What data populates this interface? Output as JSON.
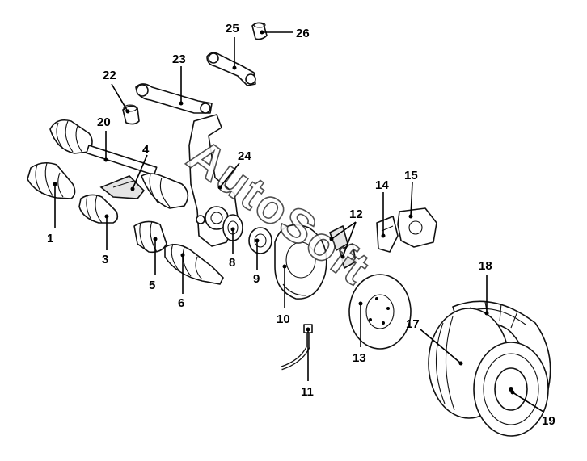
{
  "watermark": "AutoSoft",
  "callouts": [
    {
      "id": "c1",
      "label": "1"
    },
    {
      "id": "c3",
      "label": "3"
    },
    {
      "id": "c4",
      "label": "4"
    },
    {
      "id": "c5",
      "label": "5"
    },
    {
      "id": "c6",
      "label": "6"
    },
    {
      "id": "c8",
      "label": "8"
    },
    {
      "id": "c9",
      "label": "9"
    },
    {
      "id": "c10",
      "label": "10"
    },
    {
      "id": "c11",
      "label": "11"
    },
    {
      "id": "c12",
      "label": "12"
    },
    {
      "id": "c13",
      "label": "13"
    },
    {
      "id": "c14",
      "label": "14"
    },
    {
      "id": "c15",
      "label": "15"
    },
    {
      "id": "c17",
      "label": "17"
    },
    {
      "id": "c18",
      "label": "18"
    },
    {
      "id": "c19",
      "label": "19"
    },
    {
      "id": "c20",
      "label": "20"
    },
    {
      "id": "c22",
      "label": "22"
    },
    {
      "id": "c23",
      "label": "23"
    },
    {
      "id": "c24",
      "label": "24"
    },
    {
      "id": "c25",
      "label": "25"
    },
    {
      "id": "c26",
      "label": "26"
    }
  ]
}
